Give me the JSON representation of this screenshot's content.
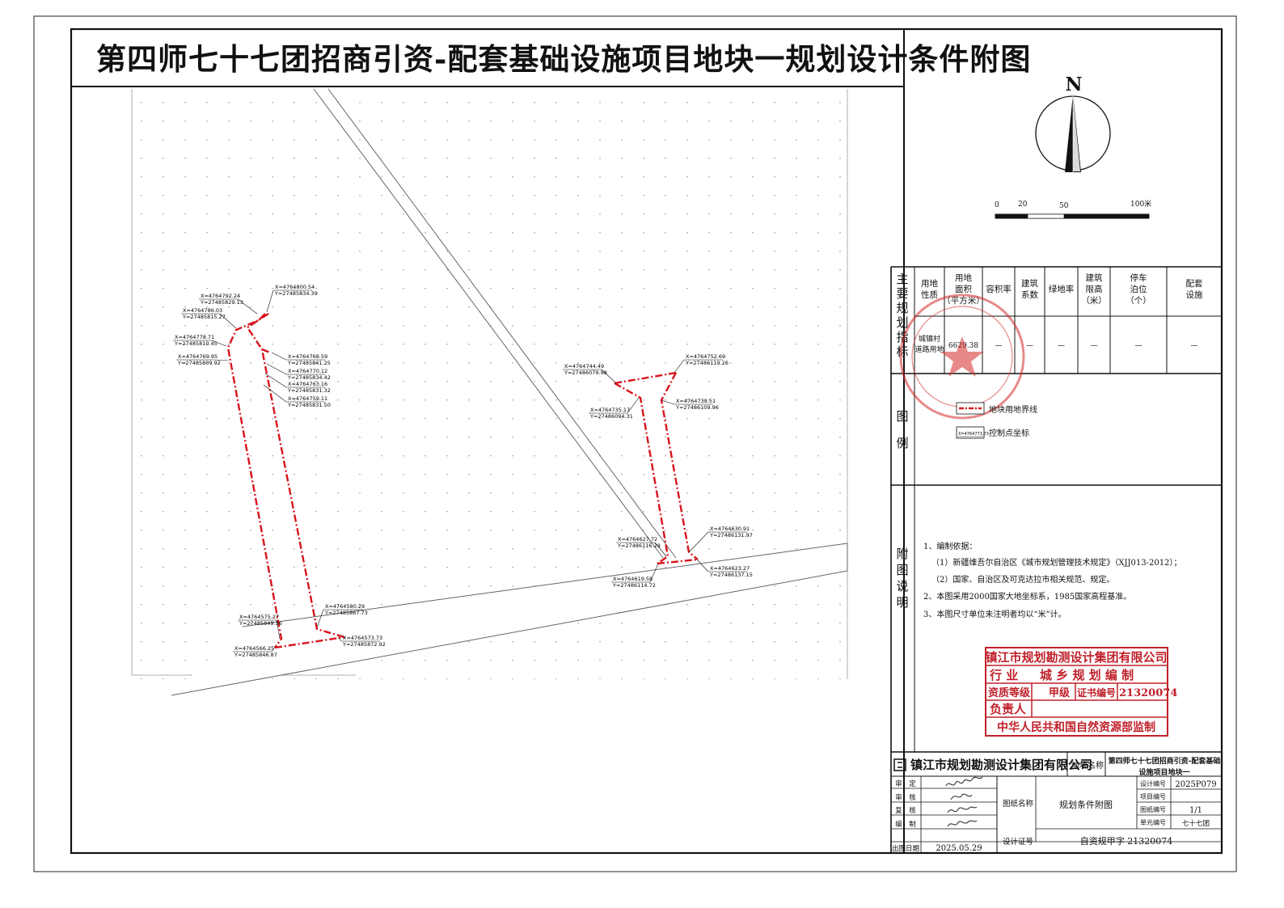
{
  "title": "第四师七十七团招商引资-配套基础设施项目地块一规划设计条件附图",
  "north": {
    "label": "N",
    "scale_labels": [
      "0",
      "20",
      "50",
      "100米"
    ]
  },
  "indicators": {
    "section_label": [
      "主",
      "要",
      "规",
      "划",
      "指",
      "标"
    ],
    "headers": [
      "用地性质",
      "用地面积（平方米）",
      "容积率",
      "建筑系数",
      "绿地率",
      "建筑限高（米）",
      "停车泊位（个）",
      "配套设施"
    ],
    "values": [
      "城镇村道路用地",
      "6629.38",
      "—",
      "—",
      "—",
      "—",
      "—",
      "—"
    ]
  },
  "legend": {
    "section_label": [
      "图",
      "例"
    ],
    "items": [
      {
        "label": "地块用地界线",
        "sample": "X=4764773.73"
      },
      {
        "label": "控制点坐标",
        "sample": "X=4764773.73"
      }
    ]
  },
  "notes": {
    "section_label": [
      "附",
      "图",
      "说",
      "明"
    ],
    "lines": [
      "1、编制依据：",
      "（1）新疆维吾尔自治区《城市规划管理技术规定》（XJJ013-2012）；",
      "（2）国家、自治区及可克达拉市相关规范、规定。",
      "2、本图采用2000国家大地坐标系，1985国家高程基准。",
      "3、本图尺寸单位未注明者均以“米”计。"
    ]
  },
  "qualification": {
    "company": "镇江市规划勘测设计集团有限公司",
    "row2_label": "行 业",
    "row2_value": "城 乡 规 划 编 制",
    "grade_label": "资质等级",
    "grade_value": "甲级",
    "cert_label": "证书编号",
    "cert_value": "21320074",
    "owner_label": "负责人",
    "supervisor": "中华人民共和国自然资源部监制"
  },
  "titleblock": {
    "company": "镇江市规划勘测设计集团有限公司",
    "site_label": "地块名称",
    "site_value": "第四师七十七团招商引资-配套基础设施项目地块一",
    "roles": [
      "审　定",
      "审　核",
      "复　核",
      "编　制",
      "出图日期"
    ],
    "date": "2025.05.29",
    "drawing_name_label": "图纸名称",
    "drawing_name": "规划条件附图",
    "design_no_label": "设计编号",
    "design_no": "2025P079",
    "project_no_label": "项目编号",
    "project_no": "",
    "sheet_no_label": "图纸编号",
    "sheet_no": "1/1",
    "unit_no_label": "单元编号",
    "unit_no": "七十七团",
    "license_label": "设计证号",
    "license": "自资规甲字 21320074"
  },
  "coordinates": [
    {
      "x": "X=4764792.24",
      "y": "Y=27485829.13"
    },
    {
      "x": "X=4764800.54",
      "y": "Y=27485834.39"
    },
    {
      "x": "X=4764786.03",
      "y": "Y=27485815.27"
    },
    {
      "x": "X=4764778.71",
      "y": "Y=27485810.45"
    },
    {
      "x": "X=4764769.95",
      "y": "Y=27485809.92"
    },
    {
      "x": "X=4764768.59",
      "y": "Y=27485841.25"
    },
    {
      "x": "X=4764770.12",
      "y": "Y=27485834.42"
    },
    {
      "x": "X=4764763.16",
      "y": "Y=27485831.32"
    },
    {
      "x": "X=4764759.11",
      "y": "Y=27485831.50"
    },
    {
      "x": "X=4764575.27",
      "y": "Y=27485849.36"
    },
    {
      "x": "X=4764580.29",
      "y": "Y=27485867.73"
    },
    {
      "x": "X=4764566.25",
      "y": "Y=27485846.87"
    },
    {
      "x": "X=4764573.73",
      "y": "Y=27485872.92"
    },
    {
      "x": "X=4764744.49",
      "y": "Y=27486079.98"
    },
    {
      "x": "X=4764752.69",
      "y": "Y=27486119.26"
    },
    {
      "x": "X=4764735.17",
      "y": "Y=27486094.31"
    },
    {
      "x": "X=4764738.51",
      "y": "Y=27486109.96"
    },
    {
      "x": "X=4764627.72",
      "y": "Y=27486116.29"
    },
    {
      "x": "X=4764630.91",
      "y": "Y=27486131.97"
    },
    {
      "x": "X=4764619.58",
      "y": "Y=27486114.72"
    },
    {
      "x": "X=4764623.27",
      "y": "Y=27486137.15"
    }
  ]
}
